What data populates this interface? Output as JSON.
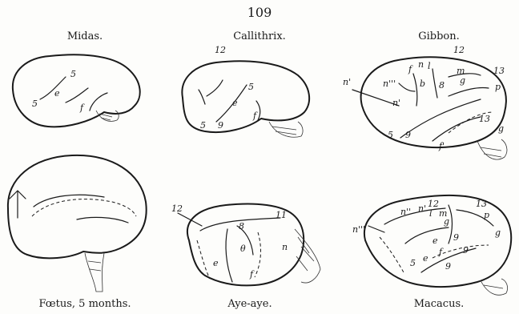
{
  "page_number": "109",
  "captions": {
    "midas": "Midas.",
    "callithrix": "Callithrix.",
    "gibbon": "Gibbon.",
    "foetus": "Fœtus, 5 months.",
    "aye_aye": "Aye-aye.",
    "macacus": "Macacus."
  },
  "labels": {
    "midas": [
      "5",
      "5",
      "e",
      "f"
    ],
    "callithrix": [
      "12",
      "5",
      "e",
      "f",
      "5",
      "9"
    ],
    "gibbon": [
      "12",
      "n'",
      "n'''",
      "f",
      "n",
      "l",
      "m",
      "b",
      "8",
      "g",
      "13",
      "p",
      "n'",
      "5",
      "9",
      "13",
      "g",
      "f'"
    ],
    "aye_aye": [
      "12",
      "8",
      "11",
      "n",
      "e",
      "f",
      "θ"
    ],
    "macacus": [
      "12",
      "13",
      "n''",
      "n'",
      "l",
      "m",
      "p",
      "n'''",
      "g",
      "g",
      "e",
      "9",
      "9",
      "5",
      "e",
      "f",
      "9"
    ]
  }
}
